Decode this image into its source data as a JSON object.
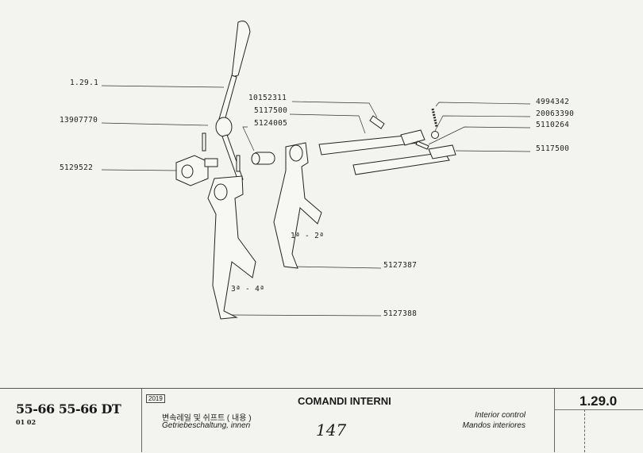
{
  "callouts": [
    {
      "label": "1.29.1"
    },
    {
      "label": "13907770"
    },
    {
      "label": "5129522"
    },
    {
      "label": "10152311"
    },
    {
      "label": "5117500"
    },
    {
      "label": "5124005"
    },
    {
      "label": "4994342"
    },
    {
      "label": "20063390"
    },
    {
      "label": "5110264"
    },
    {
      "label": "5117500"
    },
    {
      "label": "5127387"
    },
    {
      "label": "5127388"
    }
  ],
  "gear_labels": {
    "first_second": "1ª - 2ª",
    "third_fourth": "3ª - 4ª"
  },
  "footer": {
    "models": "55-66  55-66 DT",
    "model_sub": "01 02",
    "code": "2019",
    "title": "COMANDI INTERNI",
    "korean": "변속레일 및 쉬프트 ( 내용 )",
    "german": "Getriebeschaltung, innen",
    "english": "Interior control",
    "spanish": "Mandos interiores",
    "handwritten": "147",
    "reference": "1.29.0"
  }
}
